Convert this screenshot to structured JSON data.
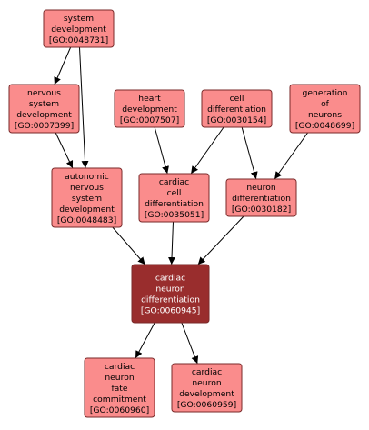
{
  "palette": {
    "node_fill": "#fa8c8c",
    "node_border": "#7a2a2a",
    "focus_fill": "#992d2d",
    "focus_text": "#ffffff",
    "text": "#000000",
    "edge": "#000000"
  },
  "nodes": [
    {
      "id": "system_development",
      "lines": [
        "system",
        "development",
        "[GO:0048731]"
      ],
      "highlight": false
    },
    {
      "id": "nervous_system_development",
      "lines": [
        "nervous",
        "system",
        "development",
        "[GO:0007399]"
      ],
      "highlight": false
    },
    {
      "id": "heart_development",
      "lines": [
        "heart",
        "development",
        "[GO:0007507]"
      ],
      "highlight": false
    },
    {
      "id": "cell_differentiation",
      "lines": [
        "cell",
        "differentiation",
        "[GO:0030154]"
      ],
      "highlight": false
    },
    {
      "id": "generation_of_neurons",
      "lines": [
        "generation",
        "of",
        "neurons",
        "[GO:0048699]"
      ],
      "highlight": false
    },
    {
      "id": "autonomic_nervous_system_development",
      "lines": [
        "autonomic",
        "nervous",
        "system",
        "development",
        "[GO:0048483]"
      ],
      "highlight": false
    },
    {
      "id": "cardiac_cell_differentiation",
      "lines": [
        "cardiac",
        "cell",
        "differentiation",
        "[GO:0035051]"
      ],
      "highlight": false
    },
    {
      "id": "neuron_differentiation",
      "lines": [
        "neuron",
        "differentiation",
        "[GO:0030182]"
      ],
      "highlight": false
    },
    {
      "id": "cardiac_neuron_differentiation",
      "lines": [
        "cardiac",
        "neuron",
        "differentiation",
        "[GO:0060945]"
      ],
      "highlight": true
    },
    {
      "id": "cardiac_neuron_fate_commitment",
      "lines": [
        "cardiac",
        "neuron",
        "fate",
        "commitment",
        "[GO:0060960]"
      ],
      "highlight": false
    },
    {
      "id": "cardiac_neuron_development",
      "lines": [
        "cardiac",
        "neuron",
        "development",
        "[GO:0060959]"
      ],
      "highlight": false
    }
  ],
  "edges": [
    {
      "from": "system_development",
      "to": "nervous_system_development"
    },
    {
      "from": "system_development",
      "to": "autonomic_nervous_system_development"
    },
    {
      "from": "nervous_system_development",
      "to": "autonomic_nervous_system_development"
    },
    {
      "from": "heart_development",
      "to": "cardiac_cell_differentiation"
    },
    {
      "from": "cell_differentiation",
      "to": "cardiac_cell_differentiation"
    },
    {
      "from": "cell_differentiation",
      "to": "neuron_differentiation"
    },
    {
      "from": "generation_of_neurons",
      "to": "neuron_differentiation"
    },
    {
      "from": "autonomic_nervous_system_development",
      "to": "cardiac_neuron_differentiation"
    },
    {
      "from": "cardiac_cell_differentiation",
      "to": "cardiac_neuron_differentiation"
    },
    {
      "from": "neuron_differentiation",
      "to": "cardiac_neuron_differentiation"
    },
    {
      "from": "cardiac_neuron_differentiation",
      "to": "cardiac_neuron_fate_commitment"
    },
    {
      "from": "cardiac_neuron_differentiation",
      "to": "cardiac_neuron_development"
    }
  ]
}
